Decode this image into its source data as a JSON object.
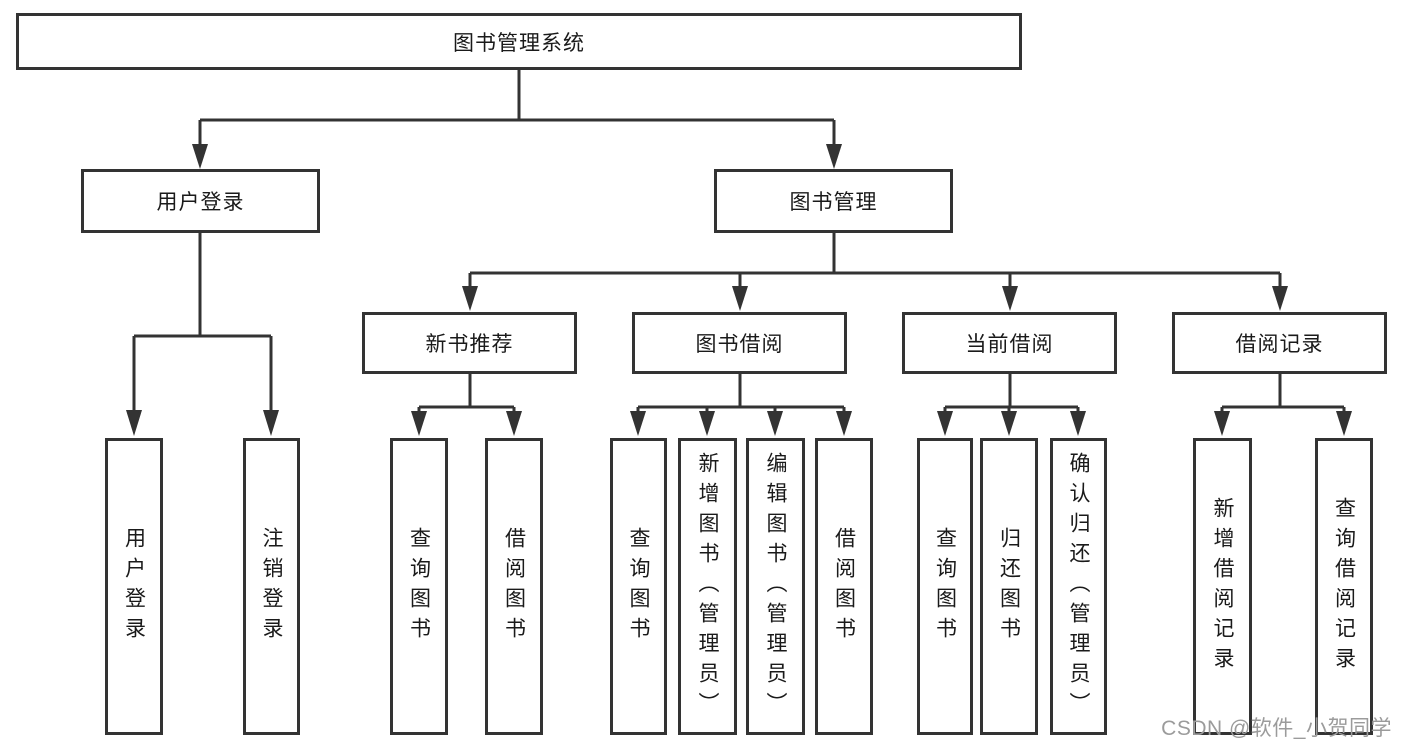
{
  "diagram": {
    "title": "图书管理系统",
    "nodes": {
      "root": "图书管理系统",
      "level2": [
        "用户登录",
        "图书管理"
      ],
      "level3": [
        "新书推荐",
        "图书借阅",
        "当前借阅",
        "借阅记录"
      ],
      "leaves": [
        "用户登录",
        "注销登录",
        "查询图书",
        "借阅图书",
        "查询图书",
        "新增图书（管理员）",
        "编辑图书（管理员）",
        "借阅图书",
        "查询图书",
        "归还图书",
        "确认归还（管理员）",
        "新增借阅记录",
        "查询借阅记录"
      ]
    },
    "colors": {
      "line": "#333333",
      "box_border": "#333333",
      "box_fill": "#ffffff",
      "text": "#1a1a1a",
      "watermark": "#9b9b9b",
      "background": "#ffffff"
    }
  },
  "watermark": "CSDN @软件_小贺同学"
}
